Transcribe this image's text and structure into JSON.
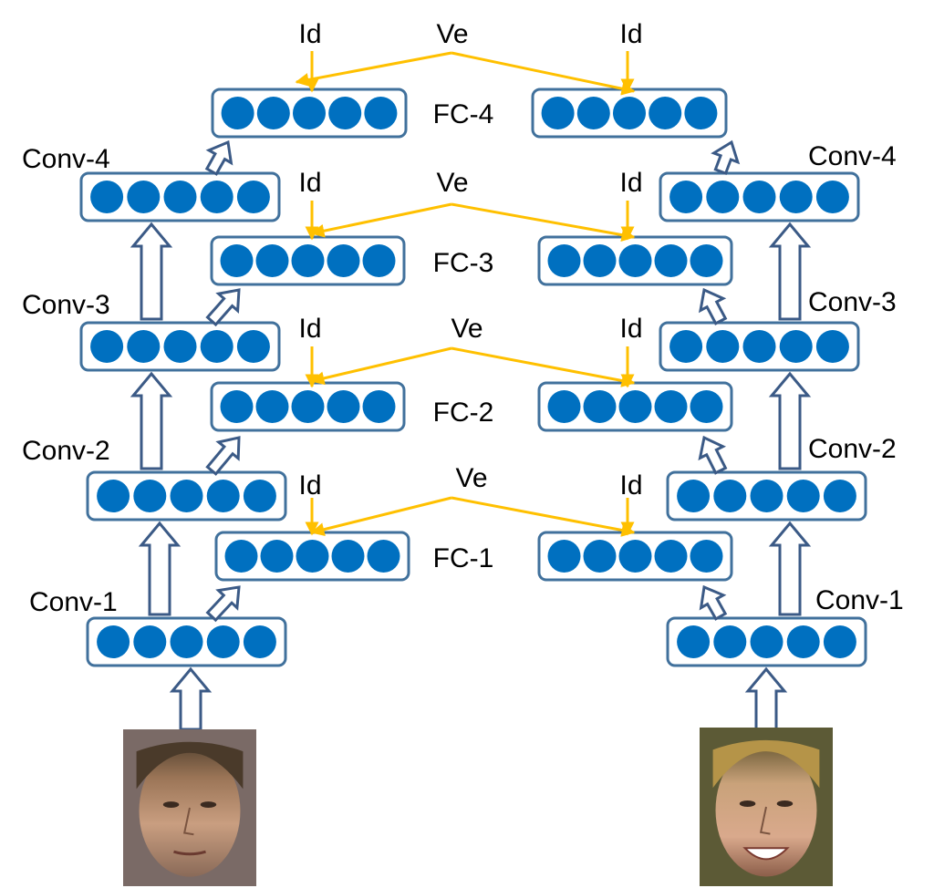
{
  "diagram": {
    "labels": {
      "id": "Id",
      "ve": "Ve",
      "fc1": "FC-1",
      "fc2": "FC-2",
      "fc3": "FC-3",
      "fc4": "FC-4",
      "conv1": "Conv-1",
      "conv2": "Conv-2",
      "conv3": "Conv-3",
      "conv4": "Conv-4"
    },
    "colors": {
      "neuron": "#0070C0",
      "box_border": "#41719C",
      "arrow_outline": "#3B5A86",
      "signal": "#FFC000",
      "background": "#FFFFFF"
    },
    "photos": [
      {
        "icon": "face-photo-left"
      },
      {
        "icon": "face-photo-right"
      }
    ]
  }
}
